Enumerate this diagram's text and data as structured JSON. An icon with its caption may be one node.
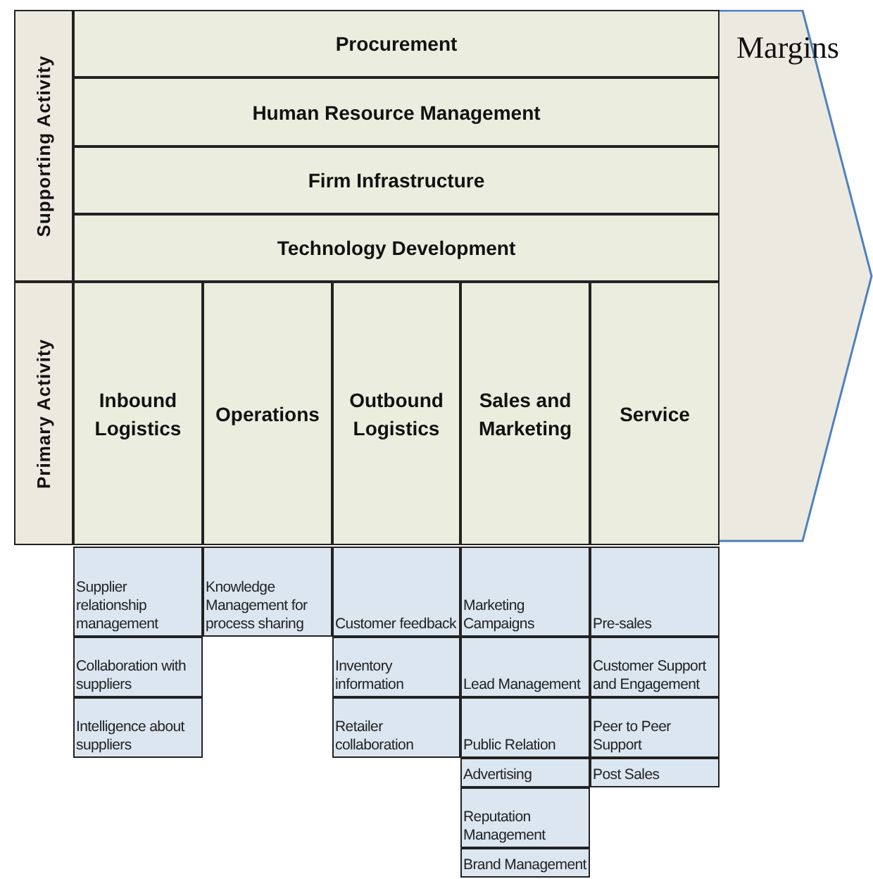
{
  "diagram": {
    "nodes": [
      {
        "text": [
          "Supporting Activity"
        ]
      },
      {
        "text": [
          "Procurement"
        ]
      },
      {
        "text": [
          "Human Resource Management"
        ]
      },
      {
        "text": [
          "Firm Infrastructure"
        ]
      },
      {
        "text": [
          "Technology Development"
        ]
      },
      {
        "text": [
          "Margins"
        ]
      },
      {
        "text": [
          "Primary Activity"
        ]
      },
      {
        "text": [
          "Inbound Logistics"
        ]
      },
      {
        "text": [
          "Operations"
        ]
      },
      {
        "text": [
          "Outbound Logistics"
        ]
      },
      {
        "text": [
          "Sales and Marketing"
        ]
      },
      {
        "text": [
          "Service"
        ]
      },
      {
        "text": [
          "Supplier relationship management"
        ]
      },
      {
        "text": [
          "Knowledge Management for process sharing"
        ]
      },
      {
        "text": [
          "Customer feedback"
        ]
      },
      {
        "text": [
          "Marketing Campaigns"
        ]
      },
      {
        "text": [
          "Pre-sales"
        ]
      },
      {
        "text": [
          "Collaboration with suppliers"
        ]
      },
      {
        "text": [
          "Inventory information"
        ]
      },
      {
        "text": [
          "Lead Management"
        ]
      },
      {
        "text": [
          "Customer Support and Engagement"
        ]
      },
      {
        "text": [
          "Intelligence about suppliers"
        ]
      },
      {
        "text": [
          "Retailer collaboration"
        ]
      },
      {
        "text": [
          "Public Relation"
        ]
      },
      {
        "text": [
          "Peer to Peer Support"
        ]
      },
      {
        "text": [
          "Advertising"
        ]
      },
      {
        "text": [
          "Post Sales"
        ]
      },
      {
        "text": [
          "Reputation Management"
        ]
      },
      {
        "text": [
          "Brand Management"
        ]
      }
    ]
  }
}
